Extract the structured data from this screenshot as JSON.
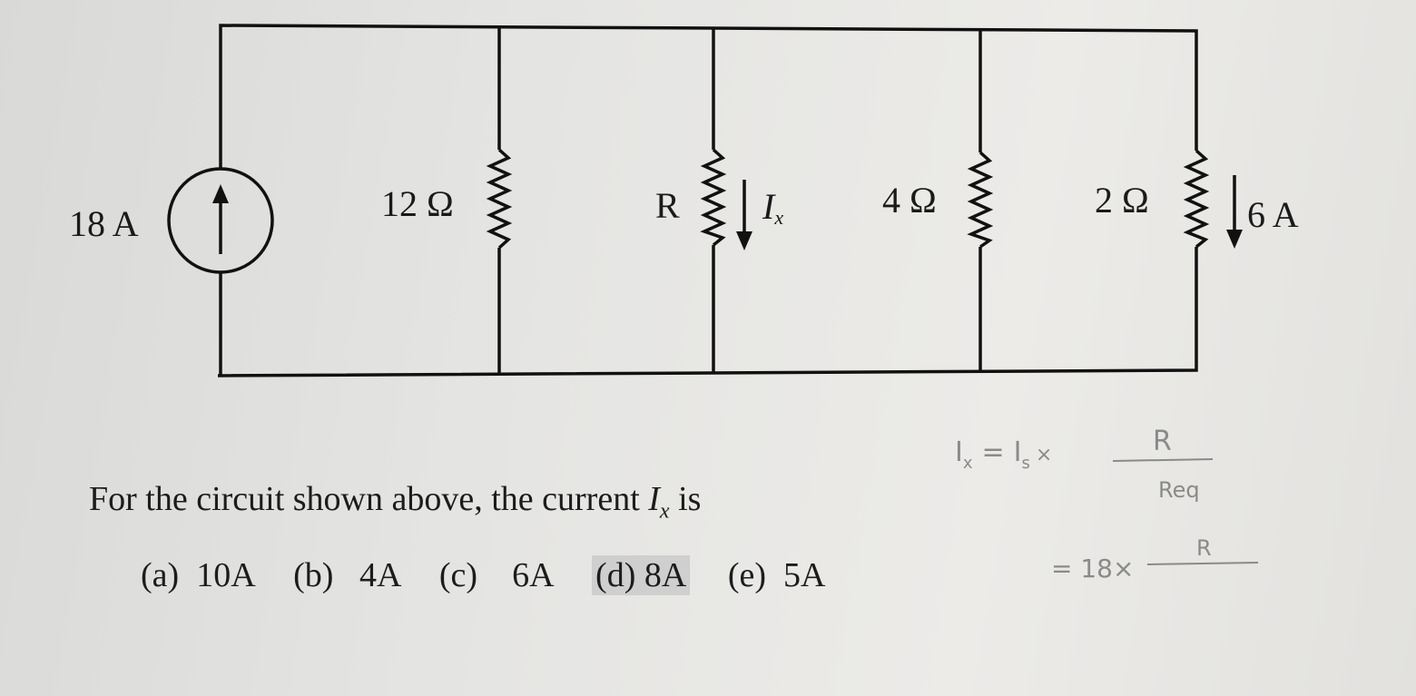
{
  "circuit": {
    "source_label": "18 A",
    "branches": [
      {
        "label": "12 Ω"
      },
      {
        "label": "R",
        "current_label": "I",
        "current_sub": "x"
      },
      {
        "label": "4 Ω"
      },
      {
        "label": "2 Ω",
        "current_label": "6 A"
      }
    ]
  },
  "question": {
    "prefix": "For the circuit shown above, the current ",
    "var": "I",
    "var_sub": "x",
    "suffix": " is"
  },
  "choices": [
    {
      "letter": "(a)",
      "value": "10A"
    },
    {
      "letter": "(b)",
      "value": "4A"
    },
    {
      "letter": "(c)",
      "value": "6A"
    },
    {
      "letter": "(d)",
      "value": "8A",
      "highlighted": true
    },
    {
      "letter": "(e)",
      "value": "5A"
    }
  ],
  "handwriting": {
    "line1_lhs": "I",
    "line1_lhs_sub": "x",
    "line1_eq": "=",
    "line1_src": "I",
    "line1_src_sub": "s",
    "line1_times": "×",
    "line1_num": "R",
    "line1_den": "Req",
    "line2_prefix": "= 18×",
    "line2_num": "R"
  }
}
